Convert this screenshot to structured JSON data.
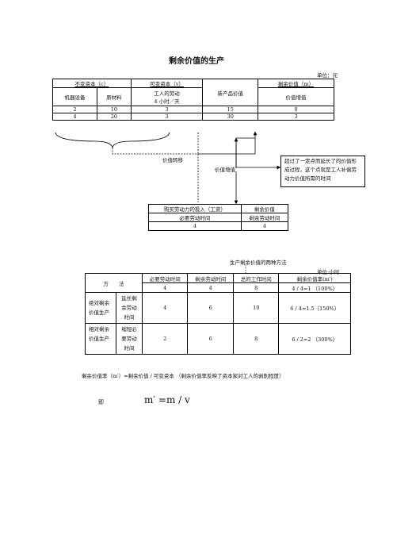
{
  "title": "剩余价值的生产",
  "unit_label": "单位：元",
  "table1": {
    "header1": [
      "不变资本（c）",
      "可变资本（v）",
      "",
      "剩余价值（m）"
    ],
    "header2": [
      "机器设备",
      "原材料",
      "工人的劳动\n4小时／天",
      "新产品价值",
      "价值增值"
    ],
    "labor_line1": "工人的劳动",
    "labor_line2": "4 小时／天",
    "rows": [
      [
        "2",
        "10",
        "3",
        "15",
        "0"
      ],
      [
        "4",
        "20",
        "3",
        "30",
        "3"
      ]
    ]
  },
  "labels": {
    "value_transfer": "价值转移",
    "value_increase": "价值增值",
    "note": "超过了一定点而延长了的价值形成过程，这个点就是工人补偿劳动力价值所需的时间"
  },
  "table2": {
    "header": [
      "购买劳动力的投入（工资）",
      "剩余价值"
    ],
    "sub": [
      "必要劳动时间",
      "剩余劳动时间"
    ],
    "values": [
      "4",
      "4"
    ]
  },
  "section2_title": "生产剩余价值的两种方法",
  "unit_label2": "单位:小时",
  "table3": {
    "method_label": "方　　法",
    "cols": [
      "必要劳动时间",
      "剩余劳动时间",
      "总的工作时间",
      "剩余价值率(m′)"
    ],
    "base": [
      "4",
      "4",
      "8",
      "4 / 4=1 （100%）"
    ],
    "rows": [
      {
        "type": "绝对剩余\n价值生产",
        "type1": "绝对剩余",
        "type2": "价值生产",
        "way1": "延长剩",
        "way2": "余劳动",
        "way3": "时间",
        "values": [
          "4",
          "6",
          "10",
          "6 / 4=1.5（150%）"
        ]
      },
      {
        "type1": "相对剩余",
        "type2": "价值生产",
        "way1": "缩短必",
        "way2": "要劳动",
        "way3": "时间",
        "values": [
          "2",
          "6",
          "8",
          "6 / 2=2 （300%）"
        ]
      }
    ]
  },
  "formula_text": "剩余价值率（m′）=剩余价值 / 可变资本 （剩余价值率反映了资本家对工人的剥削程度）",
  "ji": "即",
  "formula_symbolic": "m′ =m / v"
}
